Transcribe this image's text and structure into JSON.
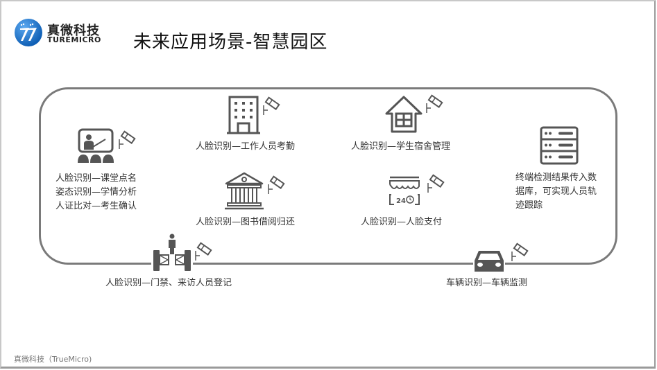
{
  "header": {
    "brand_cn": "真微科技",
    "brand_en": "TUREMICRO",
    "title": "未来应用场景-智慧园区"
  },
  "colors": {
    "icon": "#555555",
    "loop_line": "#7a7a7a",
    "logo_blue": "#1a6fc4",
    "text": "#333333"
  },
  "scenarios": [
    {
      "id": "classroom",
      "icon": "presentation-teacher-icon",
      "lines": [
        "人脸识别—课堂点名",
        "姿态识别—学情分析",
        "人证比对—考生确认"
      ]
    },
    {
      "id": "office",
      "icon": "office-building-icon",
      "lines": [
        "人脸识别—工作人员考勤"
      ]
    },
    {
      "id": "dorm",
      "icon": "house-icon",
      "lines": [
        "人脸识别—学生宿舍管理"
      ]
    },
    {
      "id": "library",
      "icon": "library-building-icon",
      "lines": [
        "人脸识别—图书借阅归还"
      ]
    },
    {
      "id": "payment",
      "icon": "store-24h-icon",
      "lines": [
        "人脸识别—人脸支付"
      ]
    },
    {
      "id": "database",
      "icon": "server-icon",
      "lines": [
        "终端检测结果传入数",
        "据库，可实现人员轨",
        "迹跟踪"
      ]
    },
    {
      "id": "gate",
      "icon": "turnstile-gate-icon",
      "lines": [
        "人脸识别—门禁、来访人员登记"
      ]
    },
    {
      "id": "vehicle",
      "icon": "car-icon",
      "lines": [
        "车辆识别—车辆监测"
      ]
    }
  ],
  "footer": {
    "text": "真微科技（TrueMicro)"
  }
}
